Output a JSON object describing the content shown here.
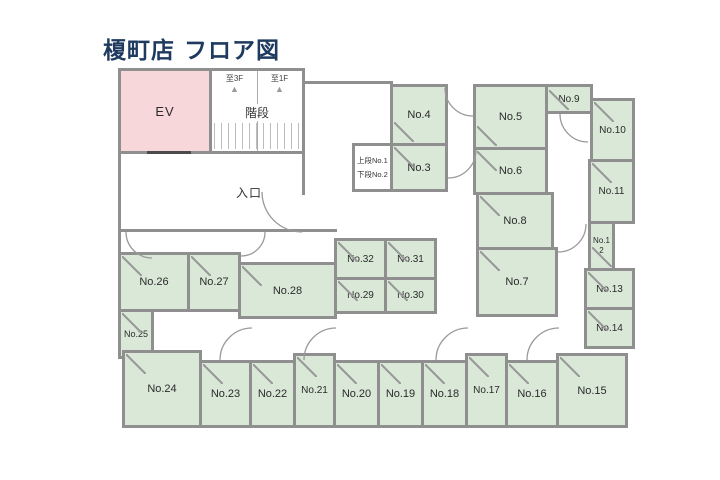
{
  "title": "榎町店 フロア図",
  "colors": {
    "room_green": "#d9e8d7",
    "ev_pink": "#f8d7da",
    "wall": "#8f8f8f",
    "line": "#9a9a9a",
    "title_text": "#1e3a5f",
    "label_text": "#2b2b2b"
  },
  "ev": {
    "label": "EV"
  },
  "stairs": {
    "label": "階段",
    "to_3f": "至3F",
    "to_1f": "至1F",
    "arrow": "▲"
  },
  "entrance": {
    "label": "入口"
  },
  "annotations": {
    "upper_berth": "上段No.1",
    "lower_berth": "下段No.2"
  },
  "rooms": {
    "no3": "No.3",
    "no4": "No.4",
    "no5": "No.5",
    "no6": "No.6",
    "no7": "No.7",
    "no8": "No.8",
    "no9": "No.9",
    "no10": "No.10",
    "no11": "No.11",
    "no12": "No.12",
    "no13": "No.13",
    "no14": "No.14",
    "no15": "No.15",
    "no16": "No.16",
    "no17": "No.17",
    "no18": "No.18",
    "no19": "No.19",
    "no20": "No.20",
    "no21": "No.21",
    "no22": "No.22",
    "no23": "No.23",
    "no24": "No.24",
    "no25": "No.25",
    "no26": "No.26",
    "no27": "No.27",
    "no28": "No.28",
    "no29": "No.29",
    "no30": "No.30",
    "no31": "No.31",
    "no32": "No.32"
  }
}
